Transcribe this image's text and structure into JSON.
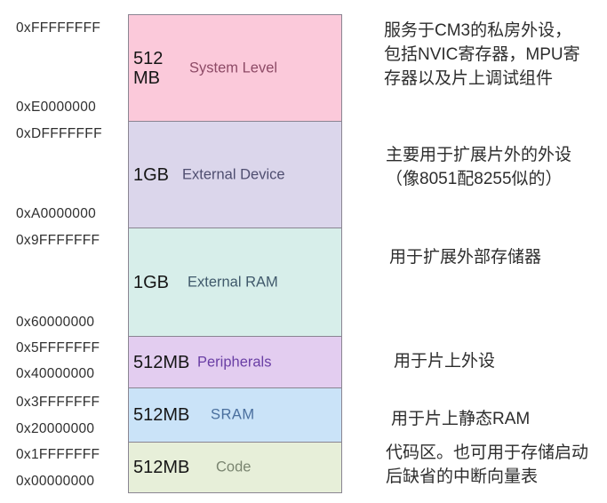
{
  "diagram_type": "memory-map",
  "addresses": [
    "0xFFFFFFFF",
    "0xE0000000",
    "0xDFFFFFFF",
    "0xA0000000",
    "0x9FFFFFFF",
    "0x60000000",
    "0x5FFFFFFF",
    "0x40000000",
    "0x3FFFFFFF",
    "0x20000000",
    "0x1FFFFFFF",
    "0x00000000"
  ],
  "regions": [
    {
      "name": "System Level",
      "size": "512\nMB",
      "start": "0xE0000000",
      "end": "0xFFFFFFFF",
      "fill": "#fbc9da",
      "name_color": "#8d4a66",
      "description": "服务于CM3的私房外设，\n包括NVIC寄存器，MPU寄\n存器以及片上调试组件"
    },
    {
      "name": "External Device",
      "size": "1GB",
      "start": "0xA0000000",
      "end": "0xDFFFFFFF",
      "fill": "#dbd6eb",
      "name_color": "#4f4e70",
      "description": "主要用于扩展片外的外设\n（像8051配8255似的）"
    },
    {
      "name": "External RAM",
      "size": "1GB",
      "start": "0x60000000",
      "end": "0x9FFFFFFF",
      "fill": "#d7eeea",
      "name_color": "#40596b",
      "description": "用于扩展外部存储器"
    },
    {
      "name": "Peripherals",
      "size": "512MB",
      "start": "0x40000000",
      "end": "0x5FFFFFFF",
      "fill": "#e3cdf0",
      "name_color": "#6a3fa5",
      "description": "用于片上外设"
    },
    {
      "name": "SRAM",
      "size": "512MB",
      "start": "0x20000000",
      "end": "0x3FFFFFFF",
      "fill": "#cae3f8",
      "name_color": "#4a6f9e",
      "description": "用于片上静态RAM"
    },
    {
      "name": "Code",
      "size": "512MB",
      "start": "0x00000000",
      "end": "0x1FFFFFFF",
      "fill": "#e7efd9",
      "name_color": "#7a8570",
      "description": "代码区。也可用于存储启动\n后缺省的中断向量表"
    }
  ],
  "colors": {
    "border": "#8a8592",
    "address_text": "#2f2f2f",
    "size_text": "#161616",
    "note_text": "#2d2d2d",
    "background": "#ffffff"
  }
}
